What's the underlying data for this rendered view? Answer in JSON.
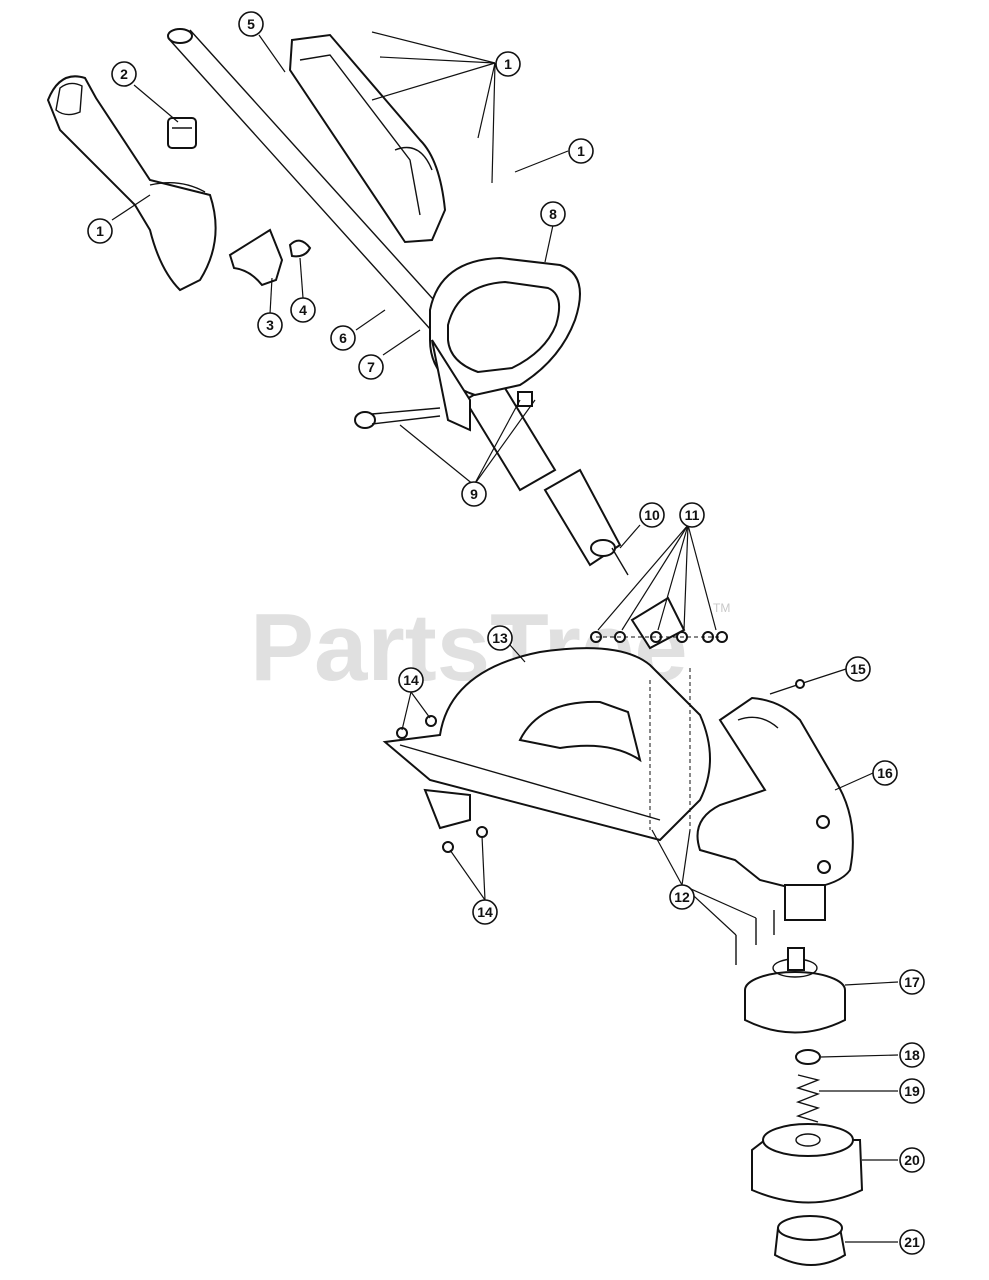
{
  "watermark": {
    "text": "PartsTree",
    "trademark": "TM"
  },
  "callouts": [
    "1",
    "1",
    "1",
    "2",
    "3",
    "4",
    "5",
    "6",
    "7",
    "8",
    "9",
    "10",
    "11",
    "12",
    "13",
    "14",
    "14",
    "15",
    "16",
    "17",
    "18",
    "19",
    "20",
    "21"
  ]
}
